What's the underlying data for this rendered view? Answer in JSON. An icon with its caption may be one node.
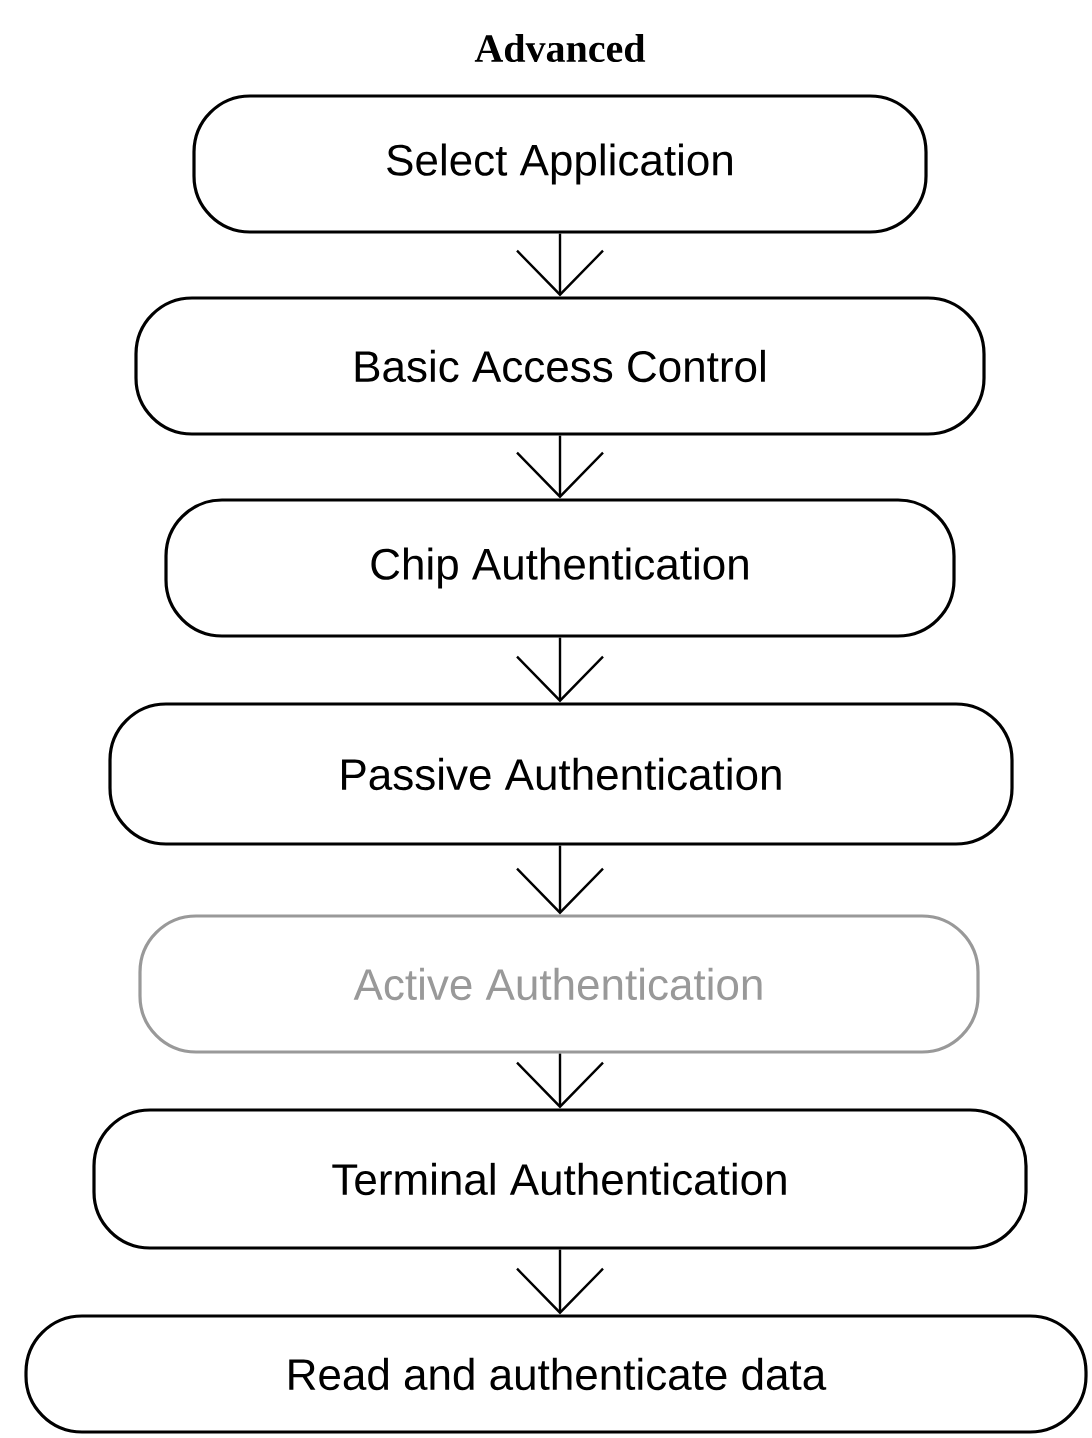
{
  "diagram": {
    "title": "Advanced",
    "nodes": [
      {
        "text": [
          "Select Application"
        ]
      },
      {
        "text": [
          "Basic Access Control"
        ]
      },
      {
        "text": [
          "Chip Authentication"
        ]
      },
      {
        "text": [
          "Passive Authentication"
        ]
      },
      {
        "text": [
          "Active Authentication"
        ]
      },
      {
        "text": [
          "Terminal Authentication"
        ]
      },
      {
        "text": [
          "Read and authenticate data"
        ]
      }
    ],
    "edges": [
      {
        "from": 0,
        "to": 1,
        "arrow": "to"
      },
      {
        "from": 1,
        "to": 2,
        "arrow": "to"
      },
      {
        "from": 2,
        "to": 3,
        "arrow": "to"
      },
      {
        "from": 3,
        "to": 4,
        "arrow": "to"
      },
      {
        "from": 4,
        "to": 5,
        "arrow": "to"
      },
      {
        "from": 5,
        "to": 6,
        "arrow": "to"
      }
    ]
  }
}
